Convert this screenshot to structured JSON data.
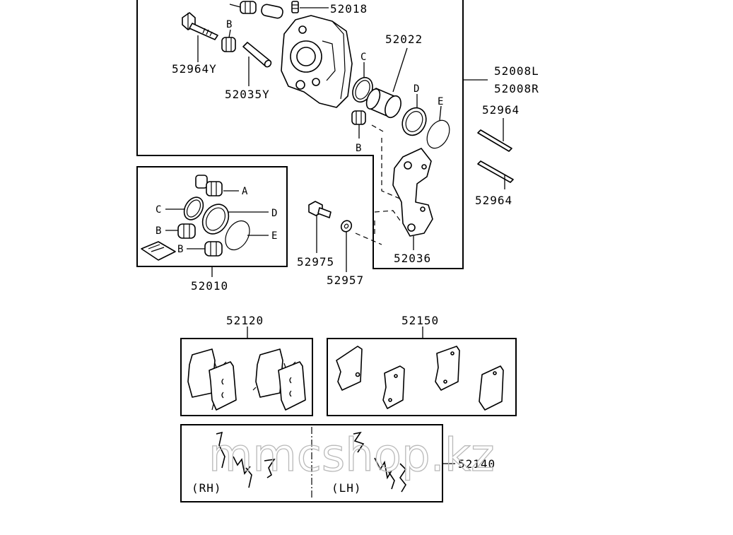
{
  "diagram": {
    "parts": {
      "p52018": "52018",
      "p52022": "52022",
      "p52008L": "52008L",
      "p52008R": "52008R",
      "p52964_a": "52964",
      "p52964_b": "52964",
      "p52964Y": "52964Y",
      "p52035Y": "52035Y",
      "p52010": "52010",
      "p52975": "52975",
      "p52957": "52957",
      "p52036": "52036",
      "p52120": "52120",
      "p52150": "52150",
      "p52140": "52140"
    },
    "letters": {
      "B_top": "B",
      "C_top": "C",
      "D_top": "D",
      "E_top": "E",
      "B_bottom": "B",
      "A_kit": "A",
      "C_kit": "C",
      "D_kit": "D",
      "B_kit1": "B",
      "E_kit": "E",
      "B_kit2": "B"
    },
    "sides": {
      "rh": "(RH)",
      "lh": "(LH)"
    },
    "watermark": "mmcshop.kz"
  }
}
